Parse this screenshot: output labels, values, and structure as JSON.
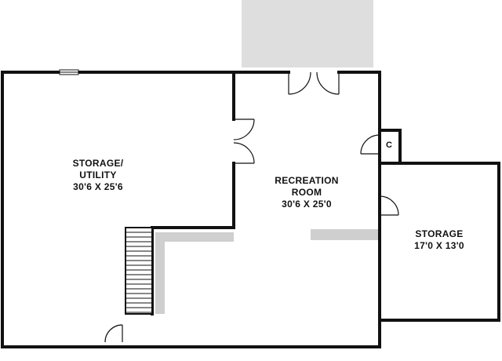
{
  "rooms": {
    "storage_utility": {
      "name_line1": "STORAGE/",
      "name_line2": "UTILITY",
      "dimensions": "30'6 X 25'6"
    },
    "recreation_room": {
      "name_line1": "RECREATION",
      "name_line2": "ROOM",
      "dimensions": "30'6 X 25'0"
    },
    "storage": {
      "name": "STORAGE",
      "dimensions": "17'0 X 13'0"
    },
    "closet": {
      "label": "C"
    }
  },
  "colors": {
    "wall": "#111111",
    "shading": "#d4d4d4",
    "stair_fill": "#ffffff"
  }
}
